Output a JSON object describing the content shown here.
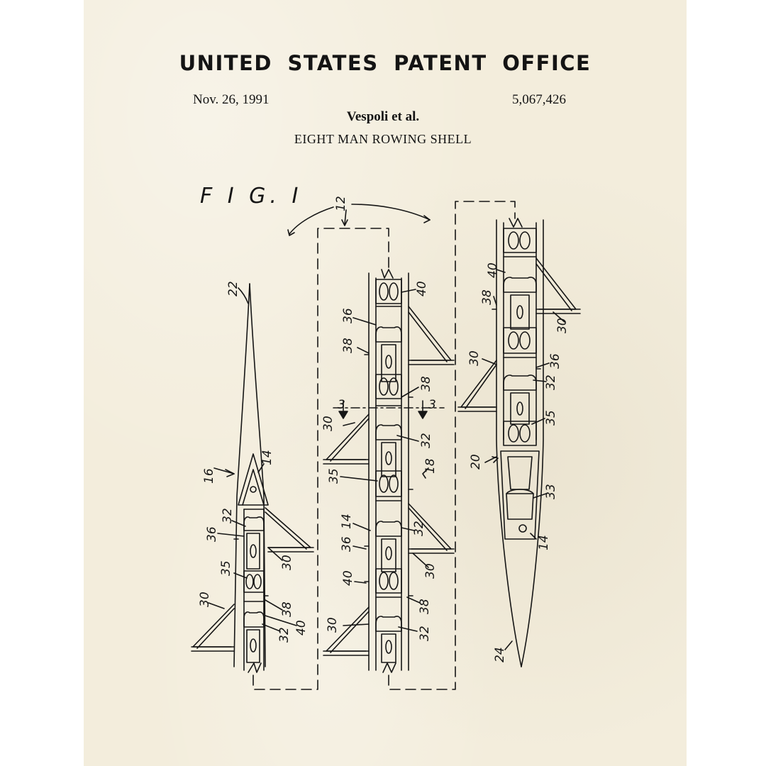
{
  "header": {
    "office": "UNITED STATES PATENT OFFICE",
    "date": "Nov. 26, 1991",
    "patent_number": "5,067,426",
    "inventor": "Vespoli et al.",
    "title": "EIGHT MAN ROWING SHELL"
  },
  "figure": {
    "label": "F I G. I",
    "callouts": {
      "c12": "12",
      "c22": "22",
      "c16": "16",
      "c14": "14",
      "c32": "32",
      "c36": "36",
      "c35": "35",
      "c30": "30",
      "c38": "38",
      "c40": "40",
      "c18": "18",
      "c3": "3",
      "c20": "20",
      "c33": "33",
      "c24": "24"
    }
  },
  "colors": {
    "paper": "#f3eddc",
    "ink": "#141414"
  }
}
